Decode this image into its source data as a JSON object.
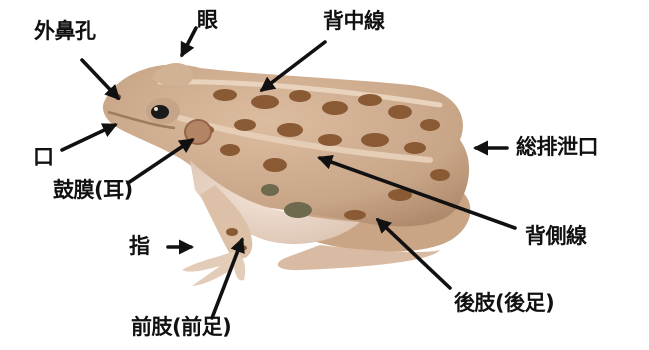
{
  "colors": {
    "frog_body": "#c8a587",
    "frog_belly": "#ead7c9",
    "frog_spots": "#8a5a34",
    "frog_dark_spots": "#6e6a4d",
    "eye": "#1a1a1a",
    "arrow": "#111111",
    "text": "#111111"
  },
  "labels": {
    "nostril": "外鼻孔",
    "eye": "眼",
    "dorsal_line": "背中線",
    "mouth": "口",
    "cloaca": "総排泄口",
    "tympanum": "鼓膜(耳)",
    "dorsolateral_line": "背側線",
    "finger": "指",
    "hind_limb": "後肢(後足)",
    "fore_limb": "前肢(前足)"
  },
  "icons": {
    "subject": "frog-illustration",
    "pointer": "arrow"
  }
}
